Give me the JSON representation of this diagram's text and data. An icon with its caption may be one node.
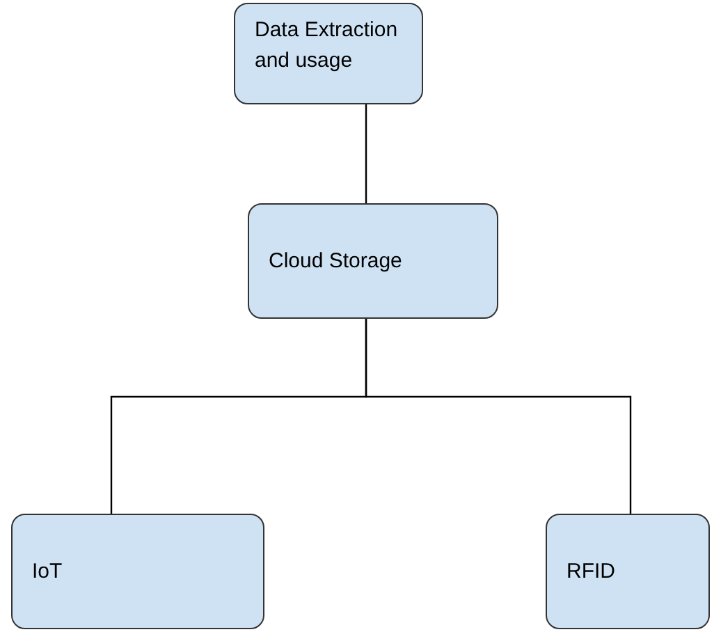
{
  "diagram": {
    "nodes": [
      {
        "text": [
          "Data Extraction and usage"
        ]
      },
      {
        "text": [
          "Cloud Storage"
        ]
      },
      {
        "text": [
          "IoT"
        ]
      },
      {
        "text": [
          "RFID"
        ]
      }
    ],
    "edges": [
      {
        "from": 0,
        "to": 1,
        "arrow": "none"
      },
      {
        "from": 1,
        "to": 2,
        "arrow": "none"
      },
      {
        "from": 1,
        "to": 3,
        "arrow": "none"
      }
    ]
  }
}
